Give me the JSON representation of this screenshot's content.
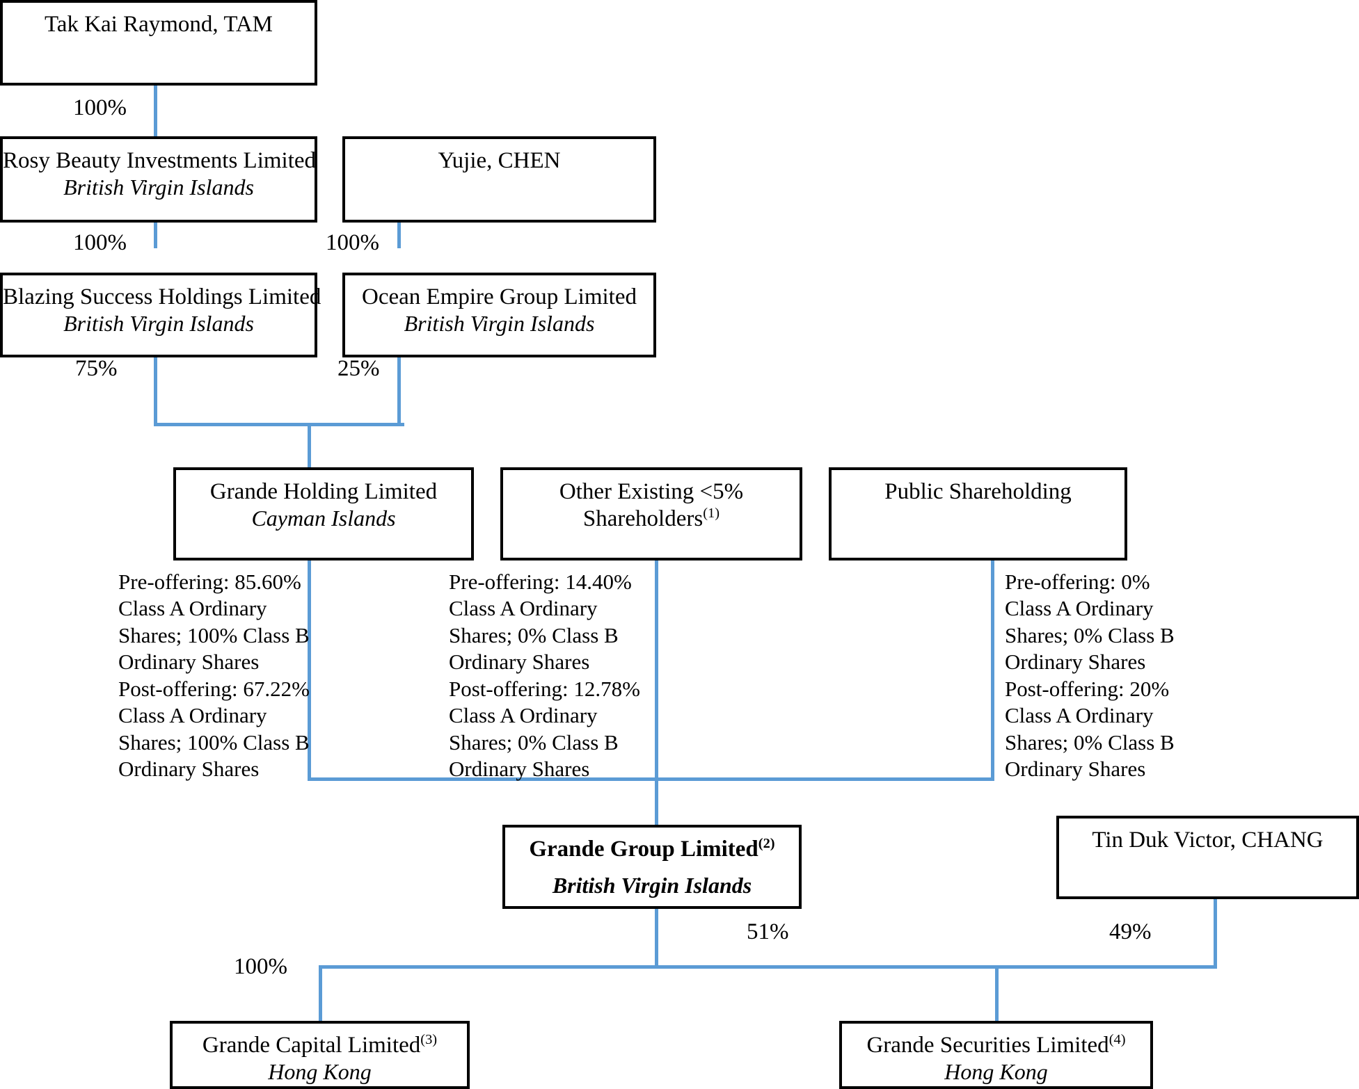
{
  "diagram": {
    "type": "corporate-ownership-structure",
    "line_color": "#5B9BD5",
    "box_border_color": "#000000",
    "background": "#ffffff"
  },
  "nodes": {
    "tam": {
      "name": "Tak Kai Raymond, TAM",
      "jurisdiction": ""
    },
    "rosy": {
      "name": "Rosy Beauty Investments Limited",
      "jurisdiction": "British Virgin Islands"
    },
    "chen": {
      "name": "Yujie, CHEN",
      "jurisdiction": ""
    },
    "blazing": {
      "name": "Blazing Success Holdings Limited",
      "jurisdiction": "British Virgin Islands"
    },
    "ocean": {
      "name": "Ocean Empire Group Limited",
      "jurisdiction": "British Virgin Islands"
    },
    "grande_holding": {
      "name": "Grande Holding Limited",
      "jurisdiction": "Cayman Islands"
    },
    "other_shareholders": {
      "name_line1": "Other Existing <5%",
      "name_line2": "Shareholders",
      "footnote": "(1)"
    },
    "public": {
      "name": "Public Shareholding",
      "jurisdiction": ""
    },
    "grande_group": {
      "name": "Grande Group Limited",
      "footnote": "(2)",
      "jurisdiction": "British Virgin Islands"
    },
    "chang": {
      "name": "Tin Duk Victor, CHANG",
      "jurisdiction": ""
    },
    "grande_capital": {
      "name": "Grande Capital Limited",
      "footnote": "(3)",
      "jurisdiction": "Hong Kong"
    },
    "grande_securities": {
      "name": "Grande Securities Limited",
      "footnote": "(4)",
      "jurisdiction": "Hong Kong"
    }
  },
  "edges": {
    "tam_to_rosy": "100%",
    "rosy_to_blazing": "100%",
    "chen_to_ocean": "100%",
    "blazing_to_grande_holding": "75%",
    "ocean_to_grande_holding": "25%",
    "grande_group_to_capital": "100%",
    "grande_group_to_securities": "51%",
    "chang_to_securities": "49%"
  },
  "ownership_details": {
    "grande_holding": "Pre-offering: 85.60%\nClass A Ordinary\nShares; 100% Class B\nOrdinary Shares\nPost-offering: 67.22%\nClass A Ordinary\nShares; 100% Class B\nOrdinary Shares",
    "other_shareholders": "Pre-offering: 14.40%\nClass A Ordinary\nShares; 0% Class B\nOrdinary Shares\nPost-offering: 12.78%\nClass A Ordinary\nShares; 0% Class B\nOrdinary Shares",
    "public": "Pre-offering: 0%\nClass A Ordinary\nShares; 0% Class B\nOrdinary Shares\nPost-offering: 20%\nClass A Ordinary\nShares; 0% Class B\nOrdinary Shares"
  }
}
